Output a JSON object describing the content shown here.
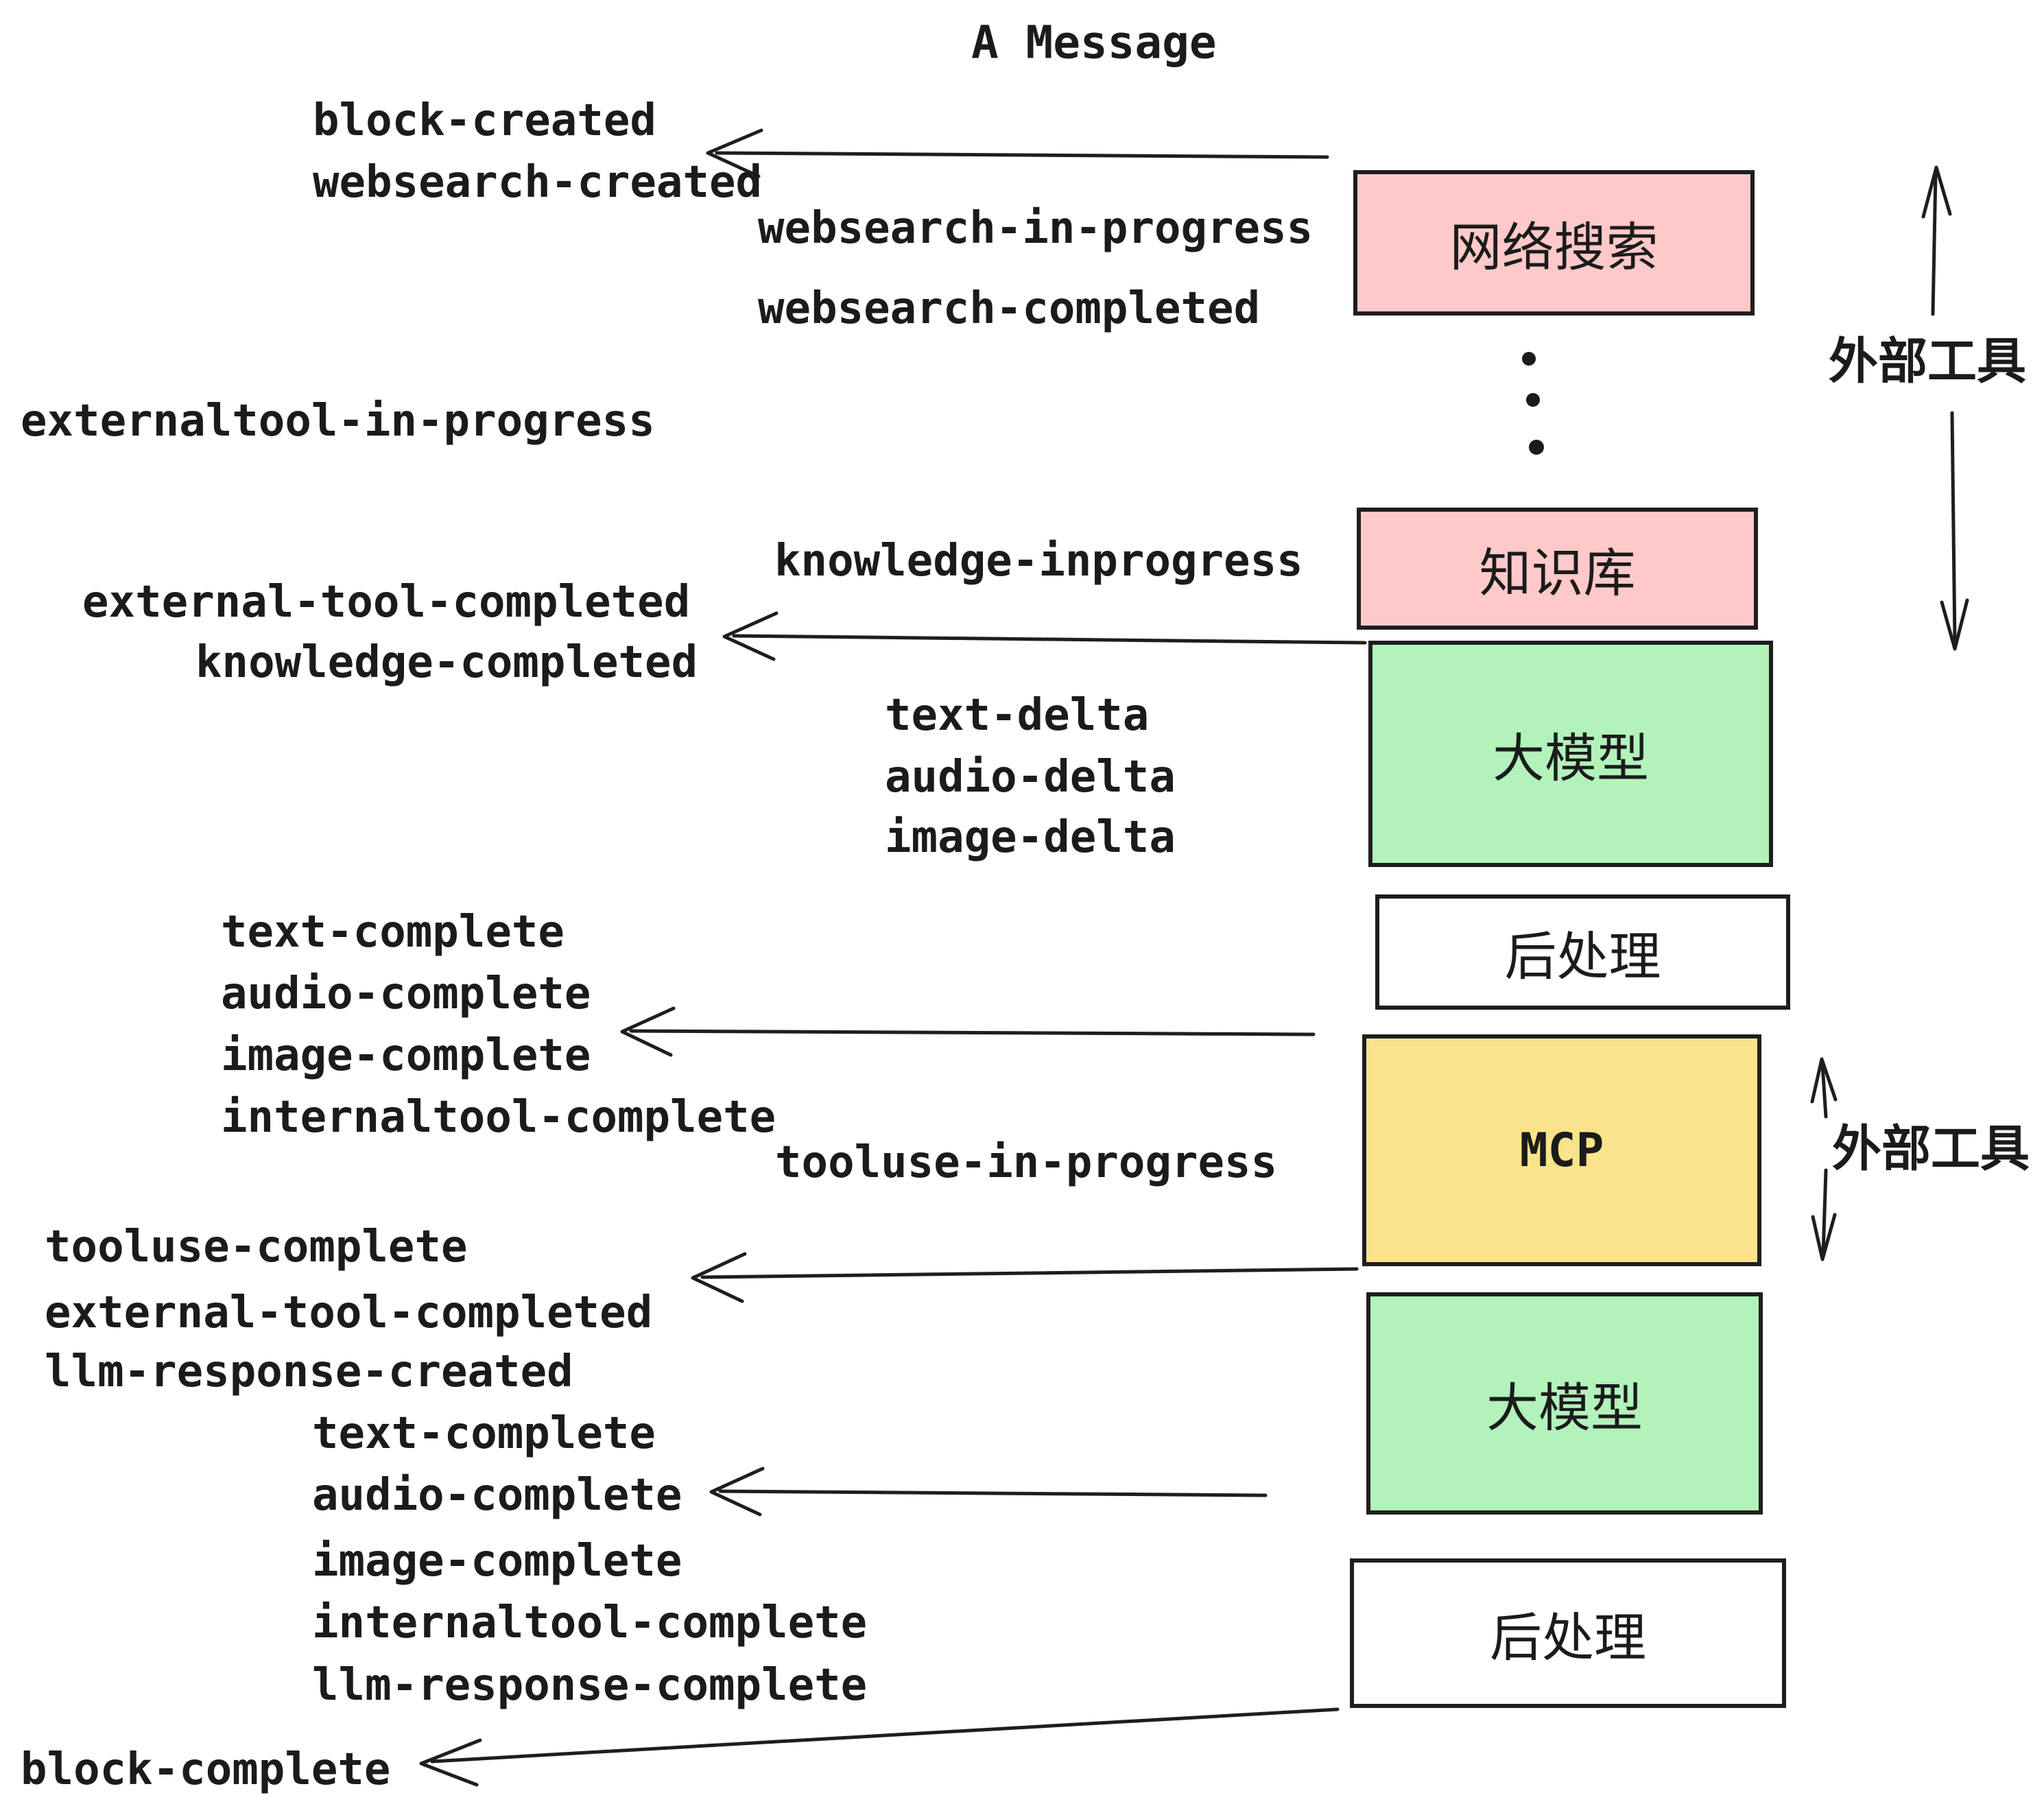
{
  "title": "A Message",
  "colors": {
    "background": "#ffffff",
    "stroke": "#1e1e1e",
    "text": "#1b1b1b",
    "box_pink": "#FFC9C9",
    "box_green": "#B2F2BB",
    "box_yellow": "#FBE38B",
    "box_white": "#ffffff"
  },
  "events": [
    {
      "id": "block-created",
      "text": "block-created"
    },
    {
      "id": "websearch-created",
      "text": "websearch-created"
    },
    {
      "id": "websearch-in-progress",
      "text": "websearch-in-progress"
    },
    {
      "id": "websearch-completed",
      "text": "websearch-completed"
    },
    {
      "id": "externaltool-in-progress",
      "text": "externaltool-in-progress"
    },
    {
      "id": "knowledge-inprogress",
      "text": "knowledge-inprogress"
    },
    {
      "id": "external-tool-completed",
      "text": "external-tool-completed"
    },
    {
      "id": "knowledge-completed",
      "text": "knowledge-completed"
    },
    {
      "id": "text-delta-1",
      "text": "text-delta"
    },
    {
      "id": "audio-delta-1",
      "text": "audio-delta"
    },
    {
      "id": "image-delta-1",
      "text": "image-delta"
    },
    {
      "id": "text-complete-1",
      "text": "text-complete"
    },
    {
      "id": "audio-complete-1",
      "text": "audio-complete"
    },
    {
      "id": "image-complete-1",
      "text": "image-complete"
    },
    {
      "id": "internaltool-complete-1",
      "text": "internaltool-complete"
    },
    {
      "id": "tooluse-in-progress",
      "text": "tooluse-in-progress"
    },
    {
      "id": "tooluse-complete",
      "text": "tooluse-complete"
    },
    {
      "id": "external-tool-completed-2",
      "text": "external-tool-completed"
    },
    {
      "id": "llm-response-created",
      "text": "llm-response-created"
    },
    {
      "id": "text-complete-2",
      "text": "text-complete"
    },
    {
      "id": "audio-complete-2",
      "text": "audio-complete"
    },
    {
      "id": "image-complete-2",
      "text": "image-complete"
    },
    {
      "id": "internaltool-complete-2",
      "text": "internaltool-complete"
    },
    {
      "id": "llm-response-complete",
      "text": "llm-response-complete"
    },
    {
      "id": "block-complete",
      "text": "block-complete"
    }
  ],
  "boxes": [
    {
      "id": "websearch",
      "label": "网络搜索",
      "fill": "#FFC9C9"
    },
    {
      "id": "knowledge",
      "label": "知识库",
      "fill": "#FFC9C9"
    },
    {
      "id": "llm-1",
      "label": "大模型",
      "fill": "#B2F2BB"
    },
    {
      "id": "postprocess-1",
      "label": "后处理",
      "fill": "#ffffff"
    },
    {
      "id": "mcp",
      "label": "MCP",
      "fill": "#FBE38B"
    },
    {
      "id": "llm-2",
      "label": "大模型",
      "fill": "#B2F2BB"
    },
    {
      "id": "postprocess-2",
      "label": "后处理",
      "fill": "#ffffff"
    }
  ],
  "side_labels": [
    {
      "id": "external-tools-1",
      "text": "外部工具"
    },
    {
      "id": "external-tools-2",
      "text": "外部工具"
    }
  ]
}
